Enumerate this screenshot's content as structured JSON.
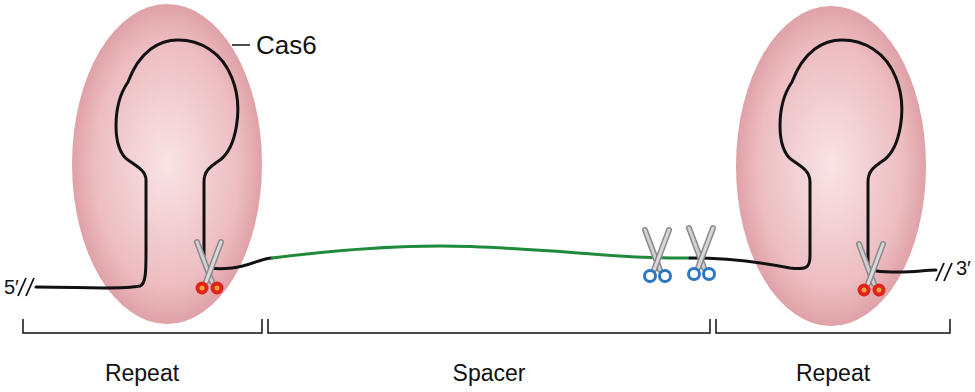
{
  "diagram": {
    "labels": [
      "Cas6",
      "5′",
      "3′",
      "Repeat",
      "Spacer",
      "Repeat"
    ]
  }
}
